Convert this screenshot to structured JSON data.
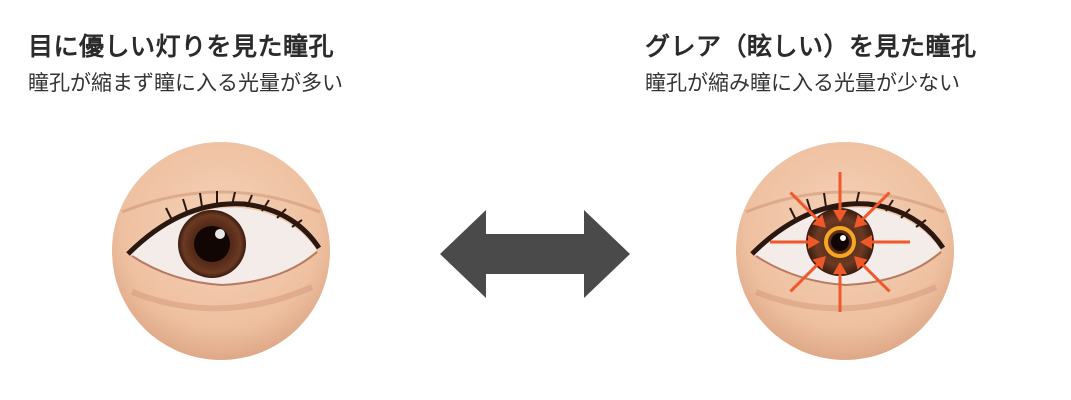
{
  "left_panel": {
    "title": "目に優しい灯りを見た瞳孔",
    "subtitle": "瞳孔が縮まず瞳に入る光量が多い"
  },
  "right_panel": {
    "title": "グレア（眩しい）を見た瞳孔",
    "subtitle": "瞳孔が縮み瞳に入る光量が少ない"
  },
  "colors": {
    "arrow": "#4a4a4a",
    "glare_arrows": "#f0582a",
    "pupil_ring": "#f5a623",
    "skin": "#f0c6a8"
  },
  "icons": {
    "center": "double-arrow-icon",
    "glare": "glare-arrows-icon"
  }
}
